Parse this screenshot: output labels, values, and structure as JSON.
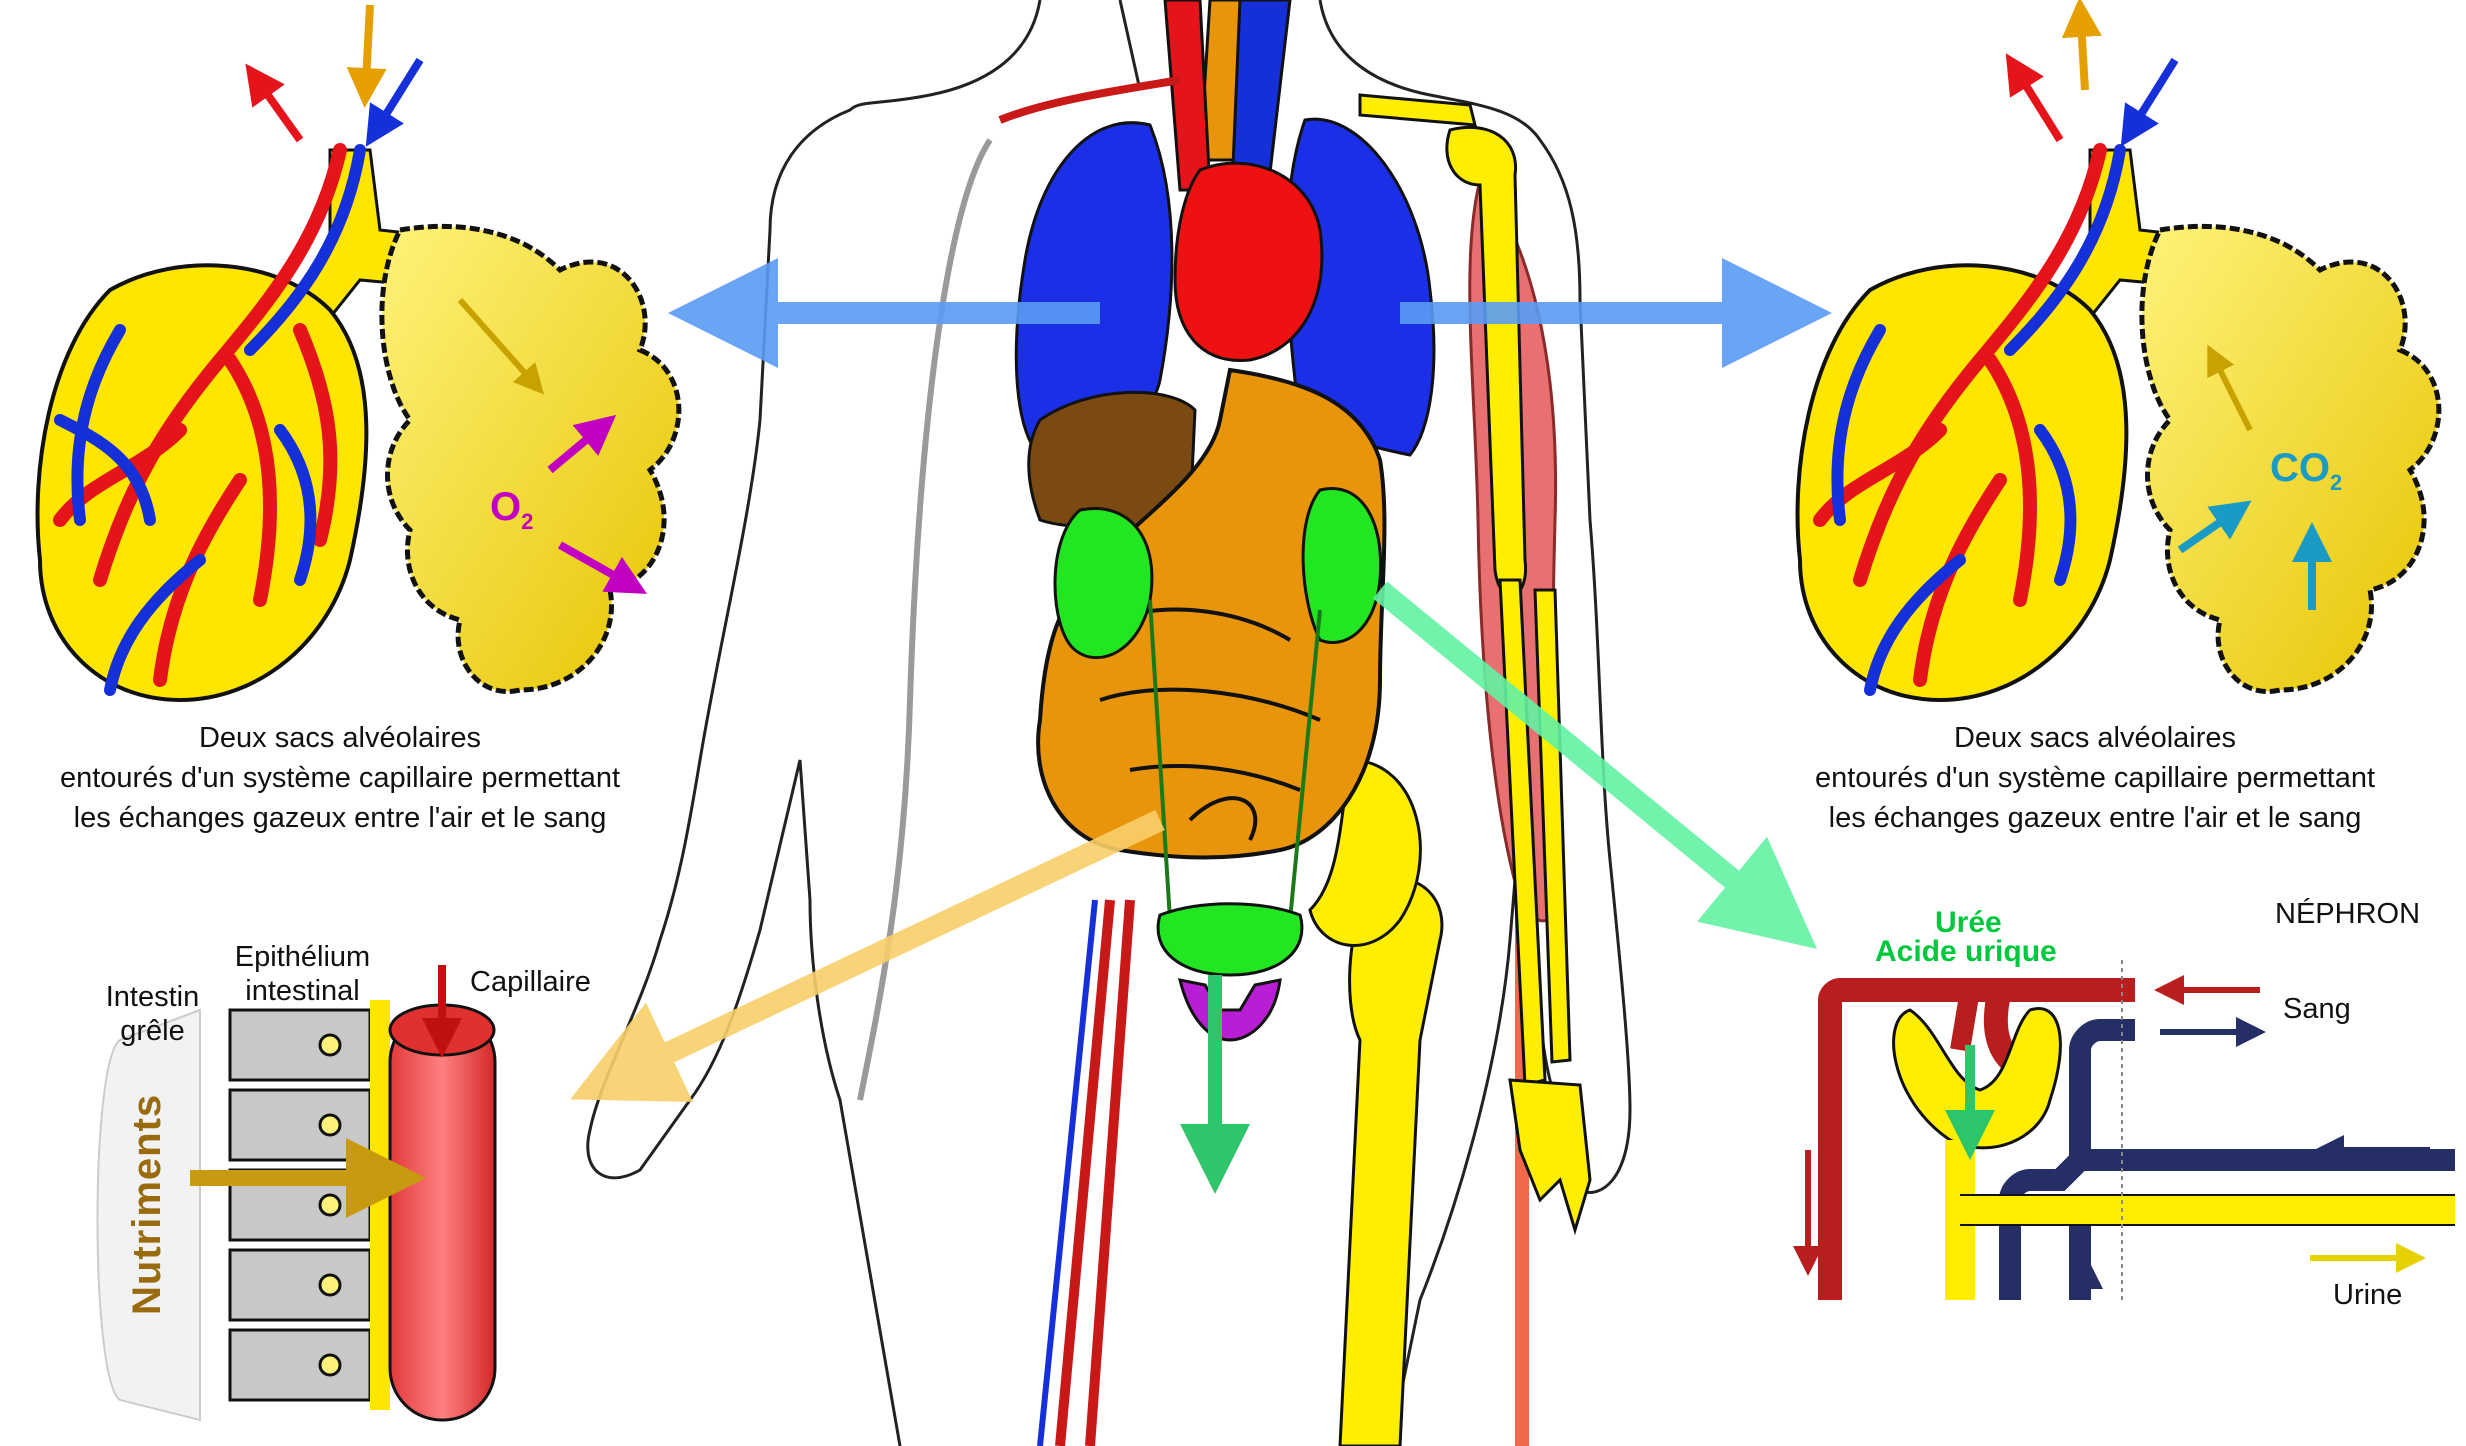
{
  "alveoli_left": {
    "gas": "O",
    "gas_sub": "2",
    "caption_lines": [
      "Deux sacs alvéolaires",
      "entourés d'un système capillaire permettant",
      "les échanges gazeux entre l'air et le sang"
    ]
  },
  "alveoli_right": {
    "gas": "CO",
    "gas_sub": "2",
    "caption_lines": [
      "Deux sacs alvéolaires",
      "entourés d'un système capillaire permettant",
      "les échanges gazeux entre l'air et le sang"
    ]
  },
  "intestine": {
    "intestin_line1": "Intestin",
    "intestin_line2": "grêle",
    "epith_line1": "Epithélium",
    "epith_line2": "intestinal",
    "capillaire": "Capillaire",
    "nutriments": "Nutriments"
  },
  "nephron": {
    "title": "NÉPHRON",
    "uree": "Urée",
    "acide": "Acide urique",
    "sang": "Sang",
    "urine": "Urine"
  },
  "colors": {
    "artery": "#e4141a",
    "vein": "#1530d8",
    "alveoli": "#ffe600",
    "lung": "#1a2fe6",
    "heart": "#ee1111",
    "digestive": "#e8950c",
    "kidney": "#22e622",
    "liver": "#7a4a12",
    "bone": "#ffee00",
    "muscle": "#e87070",
    "arrow_lung": "#5a9cf5",
    "arrow_intestine": "#f9cf6a",
    "arrow_kidney": "#62f2a4",
    "o2": "#c200c2",
    "co2": "#1a9bc6"
  }
}
